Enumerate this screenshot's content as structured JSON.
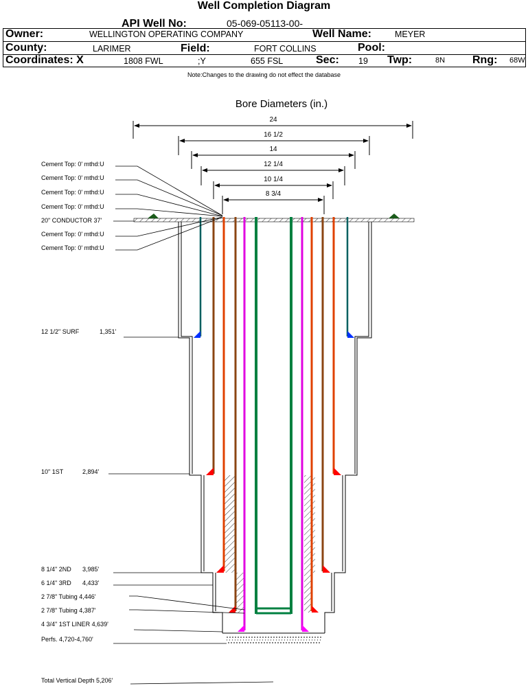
{
  "header": {
    "title": "Well Completion Diagram",
    "api_label": "API Well No:",
    "api_value": "05-069-05113-00-",
    "owner_label": "Owner:",
    "owner_value": "WELLINGTON OPERATING COMPANY",
    "well_name_label": "Well Name:",
    "well_name_value": "MEYER",
    "county_label": "County:",
    "county_value": "LARIMER",
    "field_label": "Field:",
    "field_value": "FORT COLLINS",
    "pool_label": "Pool:",
    "pool_value": "",
    "coord_label": "Coordinates: X",
    "coord_x_value": "1808 FWL",
    "coord_y_label": ";Y",
    "coord_y_value": "655 FSL",
    "sec_label": "Sec:",
    "sec_value": "19",
    "twp_label": "Twp:",
    "twp_value": "8N",
    "rng_label": "Rng:",
    "rng_value": "68W"
  },
  "note": "Note:Changes to the drawing do not effect the database",
  "diagram": {
    "bore_title": "Bore Diameters (in.)",
    "diameters": [
      "24",
      "16 1/2",
      "14",
      "12 1/4",
      "10 1/4",
      "8 3/4"
    ],
    "cement_labels": [
      "Cement Top: 0' mthd:U",
      "Cement Top: 0' mthd:U",
      "Cement Top: 0' mthd:U",
      "Cement Top: 0' mthd:U",
      "20\" CONDUCTOR  37'",
      "Cement Top: 0' mthd:U",
      "Cement Top: 0' mthd:U"
    ],
    "depth_labels": [
      {
        "name": "12 1/2\" SURF",
        "depth": "1,351'"
      },
      {
        "name": "10\" 1ST",
        "depth": "2,894'"
      },
      {
        "name": "8 1/4\" 2ND",
        "depth": "3,985'"
      },
      {
        "name": "6 1/4\" 3RD",
        "depth": "4,433'"
      },
      {
        "name": "2 7/8\" Tubing 4,446'",
        "depth": ""
      },
      {
        "name": "2 7/8\" Tubing 4,387'",
        "depth": ""
      },
      {
        "name": "4 3/4\" 1ST LINER  4,639'",
        "depth": ""
      },
      {
        "name": "Perfs. 4,720-4,760'",
        "depth": ""
      }
    ],
    "total_depth": "Total Vertical Depth 5,206'",
    "colors": {
      "conductor": "#006060",
      "surface": "#8B4513",
      "first": "#E04000",
      "second": "#8B4513",
      "third": "#E000E0",
      "tubing": "#008040",
      "shoe_blue": "#0030FF",
      "shoe_red": "#FF0000",
      "shoe_pink": "#FF00FF"
    }
  }
}
